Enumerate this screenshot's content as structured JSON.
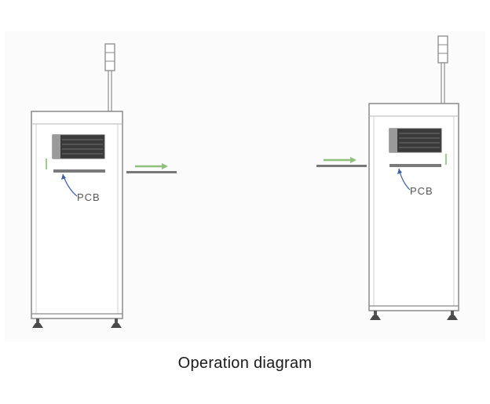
{
  "diagram": {
    "caption": "Operation diagram",
    "left_machine": {
      "pcb_label": "PCB"
    },
    "right_machine": {
      "pcb_label": "PCB"
    }
  },
  "colors": {
    "frame_stroke": "#8a8a8a",
    "body_fill": "#ffffff",
    "panel_dark": "#3a3a3a",
    "conveyor": "#777777",
    "arrow_green": "#8fbf7a",
    "sensor_green": "#9ccf8c",
    "pointer_blue": "#3a5fb0",
    "background_tint": "#fafafa"
  }
}
